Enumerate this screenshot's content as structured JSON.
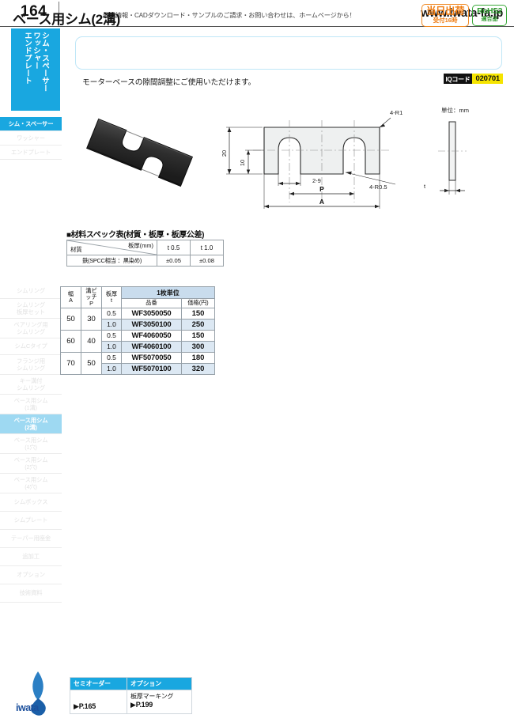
{
  "header": {
    "page_number": "164",
    "tagline": "最新情報・CADダウンロード・サンプルのご請求・お問い合わせは、ホームページから！",
    "url": "www.iwata-fa.jp"
  },
  "vertical_tab": {
    "columns": [
      "シム・スペーサー",
      "ワッシャー",
      "エンドプレート"
    ],
    "color": "#19a7e0"
  },
  "sidebar": {
    "items": [
      {
        "label": "シム・スペーサー",
        "state": "active-dark",
        "height": 18
      },
      {
        "label": "ワッシャー",
        "state": "normal",
        "height": 18
      },
      {
        "label": "エンドプレート",
        "state": "normal",
        "height": 18
      },
      {
        "label": "",
        "state": "spacer",
        "height": 156
      },
      {
        "label": "シムリング",
        "state": "normal",
        "height": 20
      },
      {
        "label": "シムリング\n板厚セット",
        "state": "normal",
        "height": 25
      },
      {
        "label": "ベアリング用\nシムリング",
        "state": "normal",
        "height": 25
      },
      {
        "label": "シムCタイプ",
        "state": "normal",
        "height": 21
      },
      {
        "label": "フランジ用\nシムリング",
        "state": "normal",
        "height": 25
      },
      {
        "label": "キー溝付\nシムリング",
        "state": "normal",
        "height": 25
      },
      {
        "label": "ベース用シム\n(1溝)",
        "state": "normal",
        "height": 25
      },
      {
        "label": "ベース用シム\n(2溝)",
        "state": "active-light",
        "height": 25
      },
      {
        "label": "ベース用シム\n(1穴)",
        "state": "normal",
        "height": 25
      },
      {
        "label": "ベース用シム\n(2穴)",
        "state": "normal",
        "height": 25
      },
      {
        "label": "ベース用シム\n(4穴)",
        "state": "normal",
        "height": 25
      },
      {
        "label": "シムボックス",
        "state": "normal",
        "height": 23
      },
      {
        "label": "シムプレート",
        "state": "normal",
        "height": 23
      },
      {
        "label": "テーパー用座金",
        "state": "normal",
        "height": 23
      },
      {
        "label": "追加工",
        "state": "normal",
        "height": 23
      },
      {
        "label": "オプション",
        "state": "normal",
        "height": 23
      },
      {
        "label": "技術資料",
        "state": "normal",
        "height": 23
      }
    ]
  },
  "product": {
    "title": "ベース用シム(2溝)",
    "subtitle": "モーターベースの隙間調整にご使用いただけます。",
    "badges": {
      "same_day_line1": "当日出荷",
      "same_day_line2": "受付16時",
      "rohs_line1": "RoHS2",
      "rohs_line2": "適合品",
      "orange": "#ef7c12",
      "green": "#2e9b2e"
    },
    "iq_code": {
      "label": "IQコード",
      "value": "020701"
    }
  },
  "drawing": {
    "unit_note": "単位：mm",
    "dim_height": "20",
    "dim_slot_depth": "10",
    "dim_slot_width": "2-9",
    "dim_pitch": "P",
    "dim_width": "A",
    "note_r1": "4-R1",
    "note_r05": "4-R0.5",
    "side_thickness": "t"
  },
  "spec_table": {
    "heading": "■材料スペック表(材質・板厚・板厚公差)",
    "corner_row_label": "材質",
    "corner_col_label": "板厚(mm)",
    "columns": [
      "t 0.5",
      "t 1.0"
    ],
    "rows": [
      {
        "material": "鉄(SPCC相当 ：黒染め)",
        "values": [
          "±0.05",
          "±0.08"
        ]
      }
    ]
  },
  "main_table": {
    "unit_header": "1枚単位",
    "columns": [
      {
        "line1": "幅",
        "line2": "A"
      },
      {
        "line1": "溝ピッチ",
        "line2": "P"
      },
      {
        "line1": "板厚",
        "line2": "t"
      }
    ],
    "sub_columns": [
      "品番",
      "価格(円)"
    ],
    "groups": [
      {
        "width": "50",
        "pitch": "30",
        "rows": [
          {
            "t": "0.5",
            "part_no": "WF3050050",
            "price": "150",
            "alt": false
          },
          {
            "t": "1.0",
            "part_no": "WF3050100",
            "price": "250",
            "alt": true
          }
        ]
      },
      {
        "width": "60",
        "pitch": "40",
        "rows": [
          {
            "t": "0.5",
            "part_no": "WF4060050",
            "price": "150",
            "alt": false
          },
          {
            "t": "1.0",
            "part_no": "WF4060100",
            "price": "300",
            "alt": true
          }
        ]
      },
      {
        "width": "70",
        "pitch": "50",
        "rows": [
          {
            "t": "0.5",
            "part_no": "WF5070050",
            "price": "180",
            "alt": false
          },
          {
            "t": "1.0",
            "part_no": "WF5070100",
            "price": "320",
            "alt": true
          }
        ]
      }
    ]
  },
  "footer": {
    "logo_text": "iwata",
    "semi_order": {
      "header": "セミオーダー",
      "page_link": "▶P.165"
    },
    "option": {
      "header": "オプション",
      "item": "板厚マーキング",
      "page_link": "▶P.199"
    }
  }
}
